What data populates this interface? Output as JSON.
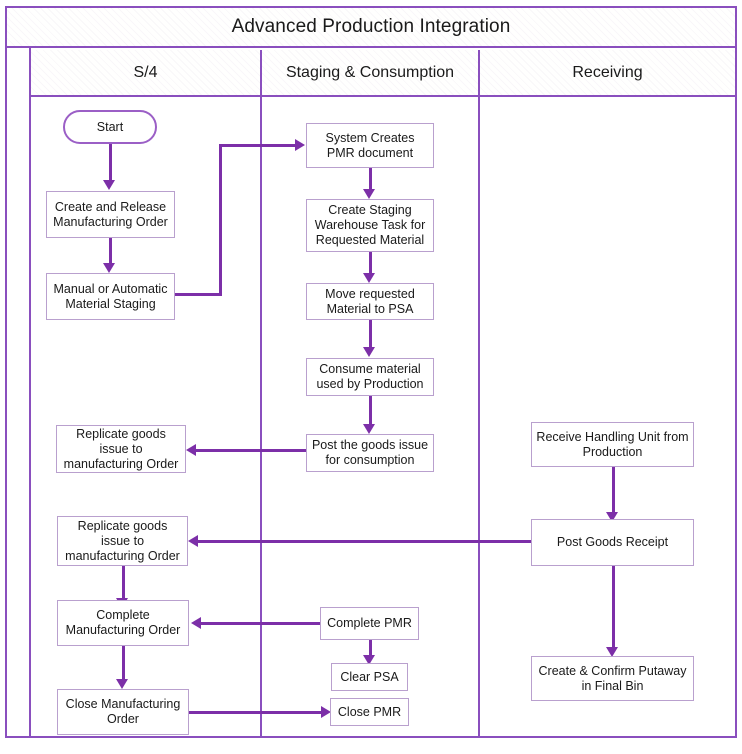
{
  "diagram": {
    "title": "Advanced Production Integration",
    "lanes": [
      {
        "id": "s4",
        "label": "S/4"
      },
      {
        "id": "staging",
        "label": "Staging & Consumption"
      },
      {
        "id": "receiving",
        "label": "Receiving"
      }
    ],
    "colors": {
      "frame": "#8A4FBE",
      "connector": "#7C2FA8",
      "node_border": "#B9A0CE",
      "node_fill": "#FFFFFF",
      "text": "#1A1A1A"
    },
    "nodes": [
      {
        "id": "start",
        "lane": "s4",
        "shape": "terminator",
        "label": "Start"
      },
      {
        "id": "create_release_mo",
        "lane": "s4",
        "shape": "process",
        "label": "Create and  Release Manufacturing Order"
      },
      {
        "id": "material_staging",
        "lane": "s4",
        "shape": "process",
        "label": "Manual or Automatic Material Staging"
      },
      {
        "id": "replicate_gi_1",
        "lane": "s4",
        "shape": "process",
        "label": "Replicate goods issue to manufacturing Order"
      },
      {
        "id": "replicate_gi_2",
        "lane": "s4",
        "shape": "process",
        "label": "Replicate goods issue to manufacturing Order"
      },
      {
        "id": "complete_mo",
        "lane": "s4",
        "shape": "process",
        "label": "Complete Manufacturing Order"
      },
      {
        "id": "close_mo",
        "lane": "s4",
        "shape": "process",
        "label": "Close Manufacturing Order"
      },
      {
        "id": "system_creates_pmr",
        "lane": "staging",
        "shape": "process",
        "label": "System Creates PMR document"
      },
      {
        "id": "create_staging_wt",
        "lane": "staging",
        "shape": "process",
        "label": "Create Staging Warehouse Task for Requested Material"
      },
      {
        "id": "move_material_psa",
        "lane": "staging",
        "shape": "process",
        "label": "Move requested Material to PSA"
      },
      {
        "id": "consume_material",
        "lane": "staging",
        "shape": "process",
        "label": "Consume material used by Production"
      },
      {
        "id": "post_goods_issue",
        "lane": "staging",
        "shape": "process",
        "label": "Post the goods issue for consumption"
      },
      {
        "id": "complete_pmr",
        "lane": "staging",
        "shape": "process",
        "label": "Complete PMR"
      },
      {
        "id": "clear_psa",
        "lane": "staging",
        "shape": "process",
        "label": "Clear PSA"
      },
      {
        "id": "close_pmr",
        "lane": "staging",
        "shape": "process",
        "label": "Close PMR"
      },
      {
        "id": "receive_hu",
        "lane": "receiving",
        "shape": "process",
        "label": "Receive Handling Unit from Production"
      },
      {
        "id": "post_goods_receipt",
        "lane": "receiving",
        "shape": "process",
        "label": "Post Goods Receipt"
      },
      {
        "id": "confirm_putaway",
        "lane": "receiving",
        "shape": "process",
        "label": "Create & Confirm Putaway in Final Bin"
      }
    ],
    "edges": [
      {
        "from": "start",
        "to": "create_release_mo"
      },
      {
        "from": "create_release_mo",
        "to": "material_staging"
      },
      {
        "from": "material_staging",
        "to": "system_creates_pmr"
      },
      {
        "from": "system_creates_pmr",
        "to": "create_staging_wt"
      },
      {
        "from": "create_staging_wt",
        "to": "move_material_psa"
      },
      {
        "from": "move_material_psa",
        "to": "consume_material"
      },
      {
        "from": "consume_material",
        "to": "post_goods_issue"
      },
      {
        "from": "post_goods_issue",
        "to": "replicate_gi_1"
      },
      {
        "from": "receive_hu",
        "to": "post_goods_receipt"
      },
      {
        "from": "post_goods_receipt",
        "to": "replicate_gi_2"
      },
      {
        "from": "post_goods_receipt",
        "to": "confirm_putaway"
      },
      {
        "from": "replicate_gi_2",
        "to": "complete_mo"
      },
      {
        "from": "complete_pmr",
        "to": "complete_mo"
      },
      {
        "from": "complete_pmr",
        "to": "clear_psa"
      },
      {
        "from": "complete_mo",
        "to": "close_mo"
      },
      {
        "from": "close_mo",
        "to": "close_pmr"
      }
    ]
  }
}
